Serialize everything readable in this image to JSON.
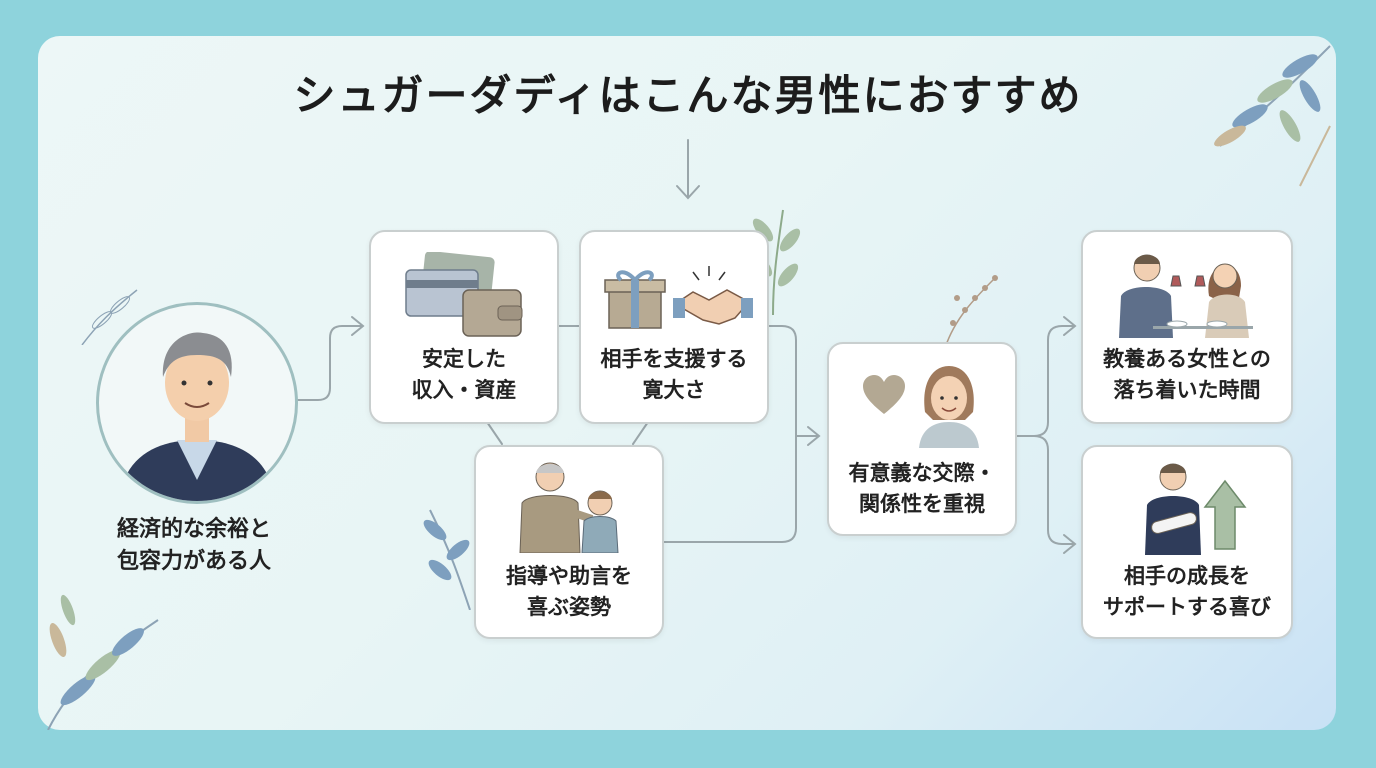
{
  "title": "シュガーダディはこんな男性におすすめ",
  "person": {
    "line1": "経済的な余裕と",
    "line2": "包容力がある人"
  },
  "boxes": {
    "income": {
      "line1": "安定した",
      "line2": "収入・資産"
    },
    "support": {
      "line1": "相手を支援する",
      "line2": "寛大さ"
    },
    "guidance": {
      "line1": "指導や助言を",
      "line2": "喜ぶ姿勢"
    },
    "relationship": {
      "line1": "有意義な交際・",
      "line2": "関係性を重視"
    },
    "time": {
      "line1": "教養ある女性との",
      "line2": "落ち着いた時間"
    },
    "growth": {
      "line1": "相手の成長を",
      "line2": "サポートする喜び"
    }
  },
  "colors": {
    "frame": "#8ed3dc",
    "connector": "#9aa6aa",
    "leaf_blue": "#7d9fbf",
    "leaf_green": "#a9bfa5"
  }
}
